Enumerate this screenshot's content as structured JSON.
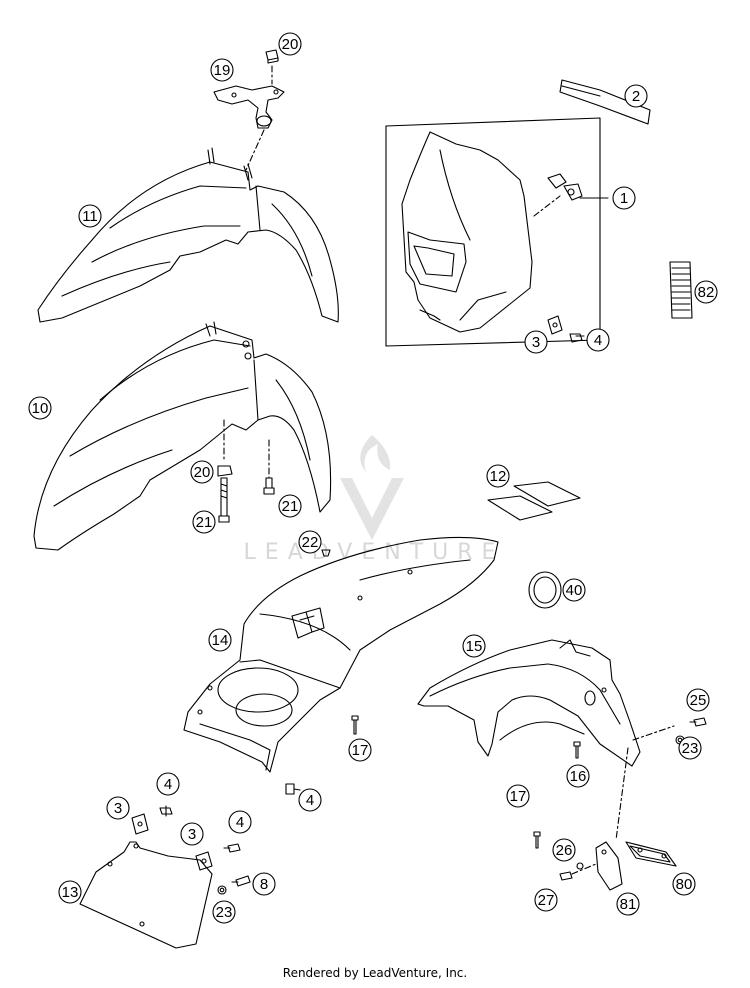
{
  "footer_text": "Rendered by LeadVenture, Inc.",
  "watermark_text": "LEADVENTURE",
  "colors": {
    "line": "#000000",
    "watermark": "#d0d0d0",
    "background": "#ffffff"
  },
  "callouts": [
    {
      "id": "c20a",
      "label": "20"
    },
    {
      "id": "c19",
      "label": "19"
    },
    {
      "id": "c2",
      "label": "2"
    },
    {
      "id": "c11",
      "label": "11"
    },
    {
      "id": "c1",
      "label": "1"
    },
    {
      "id": "c82",
      "label": "82"
    },
    {
      "id": "c3a",
      "label": "3"
    },
    {
      "id": "c4a",
      "label": "4"
    },
    {
      "id": "c10",
      "label": "10"
    },
    {
      "id": "c20b",
      "label": "20"
    },
    {
      "id": "c21a",
      "label": "21"
    },
    {
      "id": "c21b",
      "label": "21"
    },
    {
      "id": "c12",
      "label": "12"
    },
    {
      "id": "c22",
      "label": "22"
    },
    {
      "id": "c40",
      "label": "40"
    },
    {
      "id": "c14",
      "label": "14"
    },
    {
      "id": "c15",
      "label": "15"
    },
    {
      "id": "c25",
      "label": "25"
    },
    {
      "id": "c23a",
      "label": "23"
    },
    {
      "id": "c17a",
      "label": "17"
    },
    {
      "id": "c16",
      "label": "16"
    },
    {
      "id": "c17b",
      "label": "17"
    },
    {
      "id": "c4b",
      "label": "4"
    },
    {
      "id": "c4c",
      "label": "4"
    },
    {
      "id": "c3b",
      "label": "3"
    },
    {
      "id": "c3c",
      "label": "3"
    },
    {
      "id": "c4d",
      "label": "4"
    },
    {
      "id": "c26",
      "label": "26"
    },
    {
      "id": "c8",
      "label": "8"
    },
    {
      "id": "c13",
      "label": "13"
    },
    {
      "id": "c80",
      "label": "80"
    },
    {
      "id": "c23b",
      "label": "23"
    },
    {
      "id": "c27",
      "label": "27"
    },
    {
      "id": "c81",
      "label": "81"
    }
  ]
}
